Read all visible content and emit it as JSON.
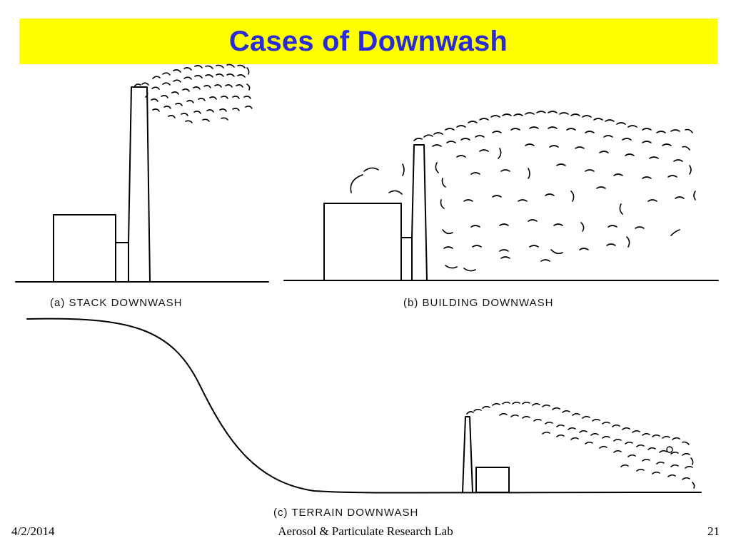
{
  "slide": {
    "title": "Cases of Downwash"
  },
  "figure": {
    "panel_a_caption": "(a) STACK DOWNWASH",
    "panel_b_caption": "(b) BUILDING DOWNWASH",
    "panel_c_caption": "(c) TERRAIN DOWNWASH"
  },
  "footer": {
    "date": "4/2/2014",
    "lab": "Aerosol & Particulate Research Lab",
    "page": "21"
  },
  "colors": {
    "title_bar": "#ffff00",
    "title_text": "#2b2bd6"
  }
}
